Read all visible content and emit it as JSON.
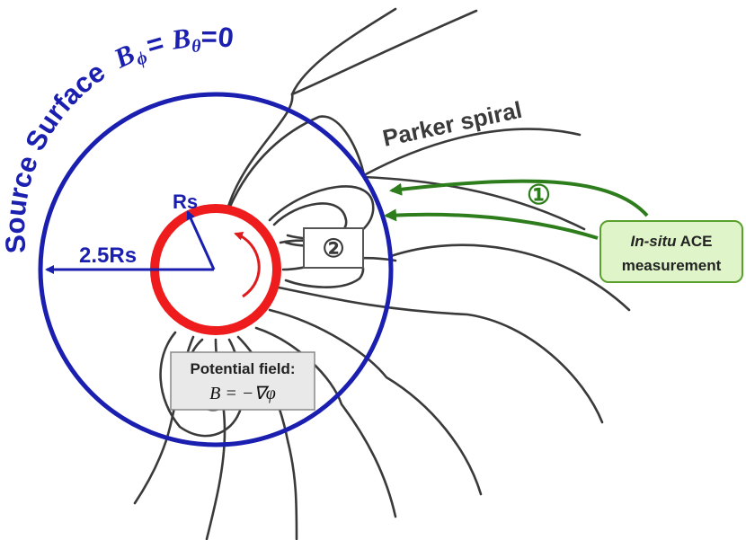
{
  "labels": {
    "source_surface": "Source Surface",
    "bphi": "B",
    "bphi_sub": "ϕ",
    "eq1": "= ",
    "btheta": "B",
    "btheta_sub": "θ",
    "eq2": "=0",
    "parker_spiral": "Parker spiral",
    "rs": "Rs",
    "radius_2_5": "2.5Rs",
    "marker_1": "①",
    "marker_2": "②"
  },
  "ace_box": {
    "italic_part": "In-situ",
    "rest": " ACE",
    "line2": "measurement"
  },
  "potential_box": {
    "title": "Potential field:",
    "formula": "B  = −∇φ"
  },
  "colors": {
    "source_surface_circle": "#1a1fb0",
    "photosphere_ring": "#ee1c1c",
    "rotation_arrow": "#e01b1b",
    "green_arrows": "#2e7d1c",
    "ace_box_fill": "#dff5c9",
    "ace_box_border": "#5aa02c",
    "potential_box_fill": "#e9e9e9",
    "field_lines": "#3a3a3a"
  }
}
